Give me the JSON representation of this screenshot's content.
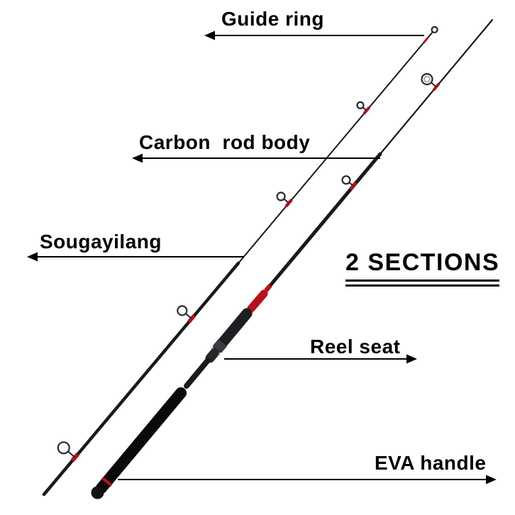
{
  "colors": {
    "background": "#ffffff",
    "text": "#000000",
    "rod_body": "#1a1a1c",
    "accent_red": "#b5121b",
    "ring_silver": "#a9adb5",
    "gold_trim": "#c9a35a"
  },
  "callouts": {
    "guide_ring": {
      "label": "Guide ring"
    },
    "carbon_rod_body": {
      "label": "Carbon  rod body"
    },
    "brand": {
      "label": "Sougayilang"
    },
    "sections": {
      "label": "2 SECTIONS"
    },
    "reel_seat": {
      "label": "Reel seat"
    },
    "eva_handle": {
      "label": "EVA handle"
    }
  }
}
